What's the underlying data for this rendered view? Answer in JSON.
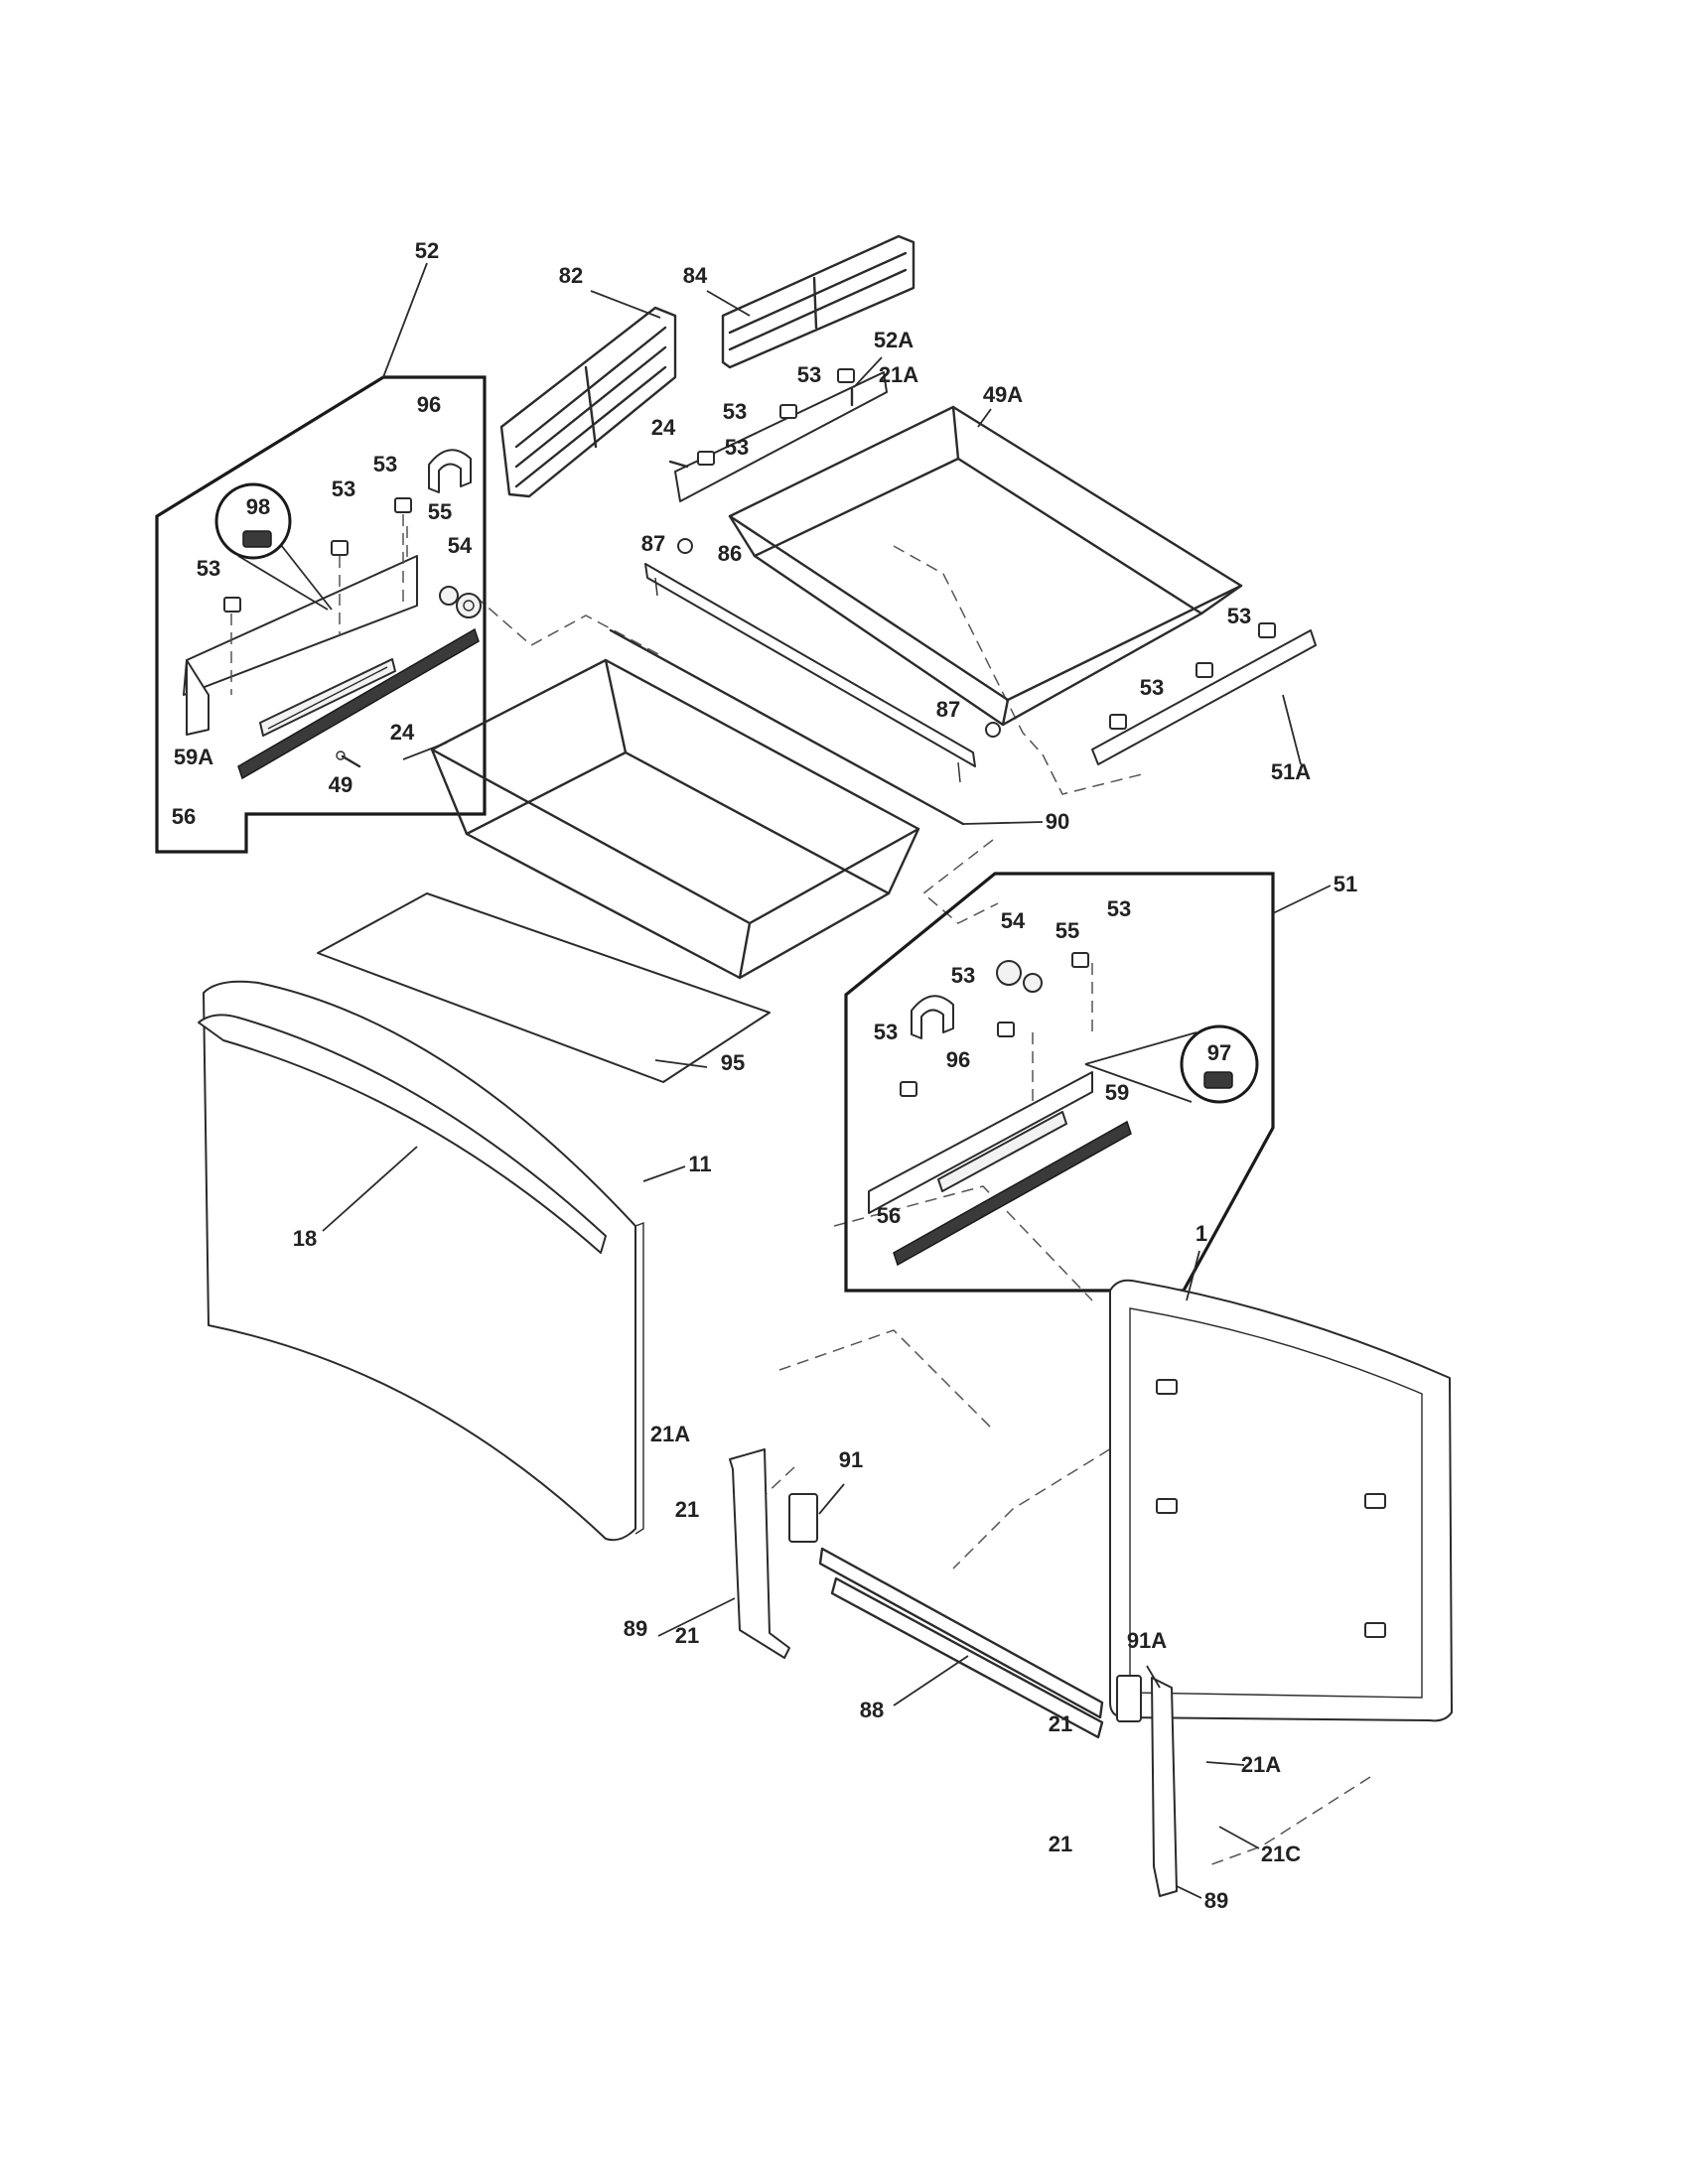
{
  "callouts": [
    "52",
    "82",
    "84",
    "52A",
    "53",
    "53",
    "21A",
    "49A",
    "24",
    "53",
    "96",
    "98",
    "53",
    "53",
    "55",
    "54",
    "53",
    "87",
    "86",
    "53",
    "53",
    "87",
    "59A",
    "24",
    "49",
    "56",
    "51A",
    "90",
    "51",
    "54",
    "55",
    "53",
    "53",
    "53",
    "96",
    "97",
    "59",
    "95",
    "11",
    "56",
    "18",
    "1",
    "21A",
    "91",
    "21",
    "21",
    "89",
    "91A",
    "88",
    "21",
    "21A",
    "21C",
    "21",
    "89"
  ]
}
